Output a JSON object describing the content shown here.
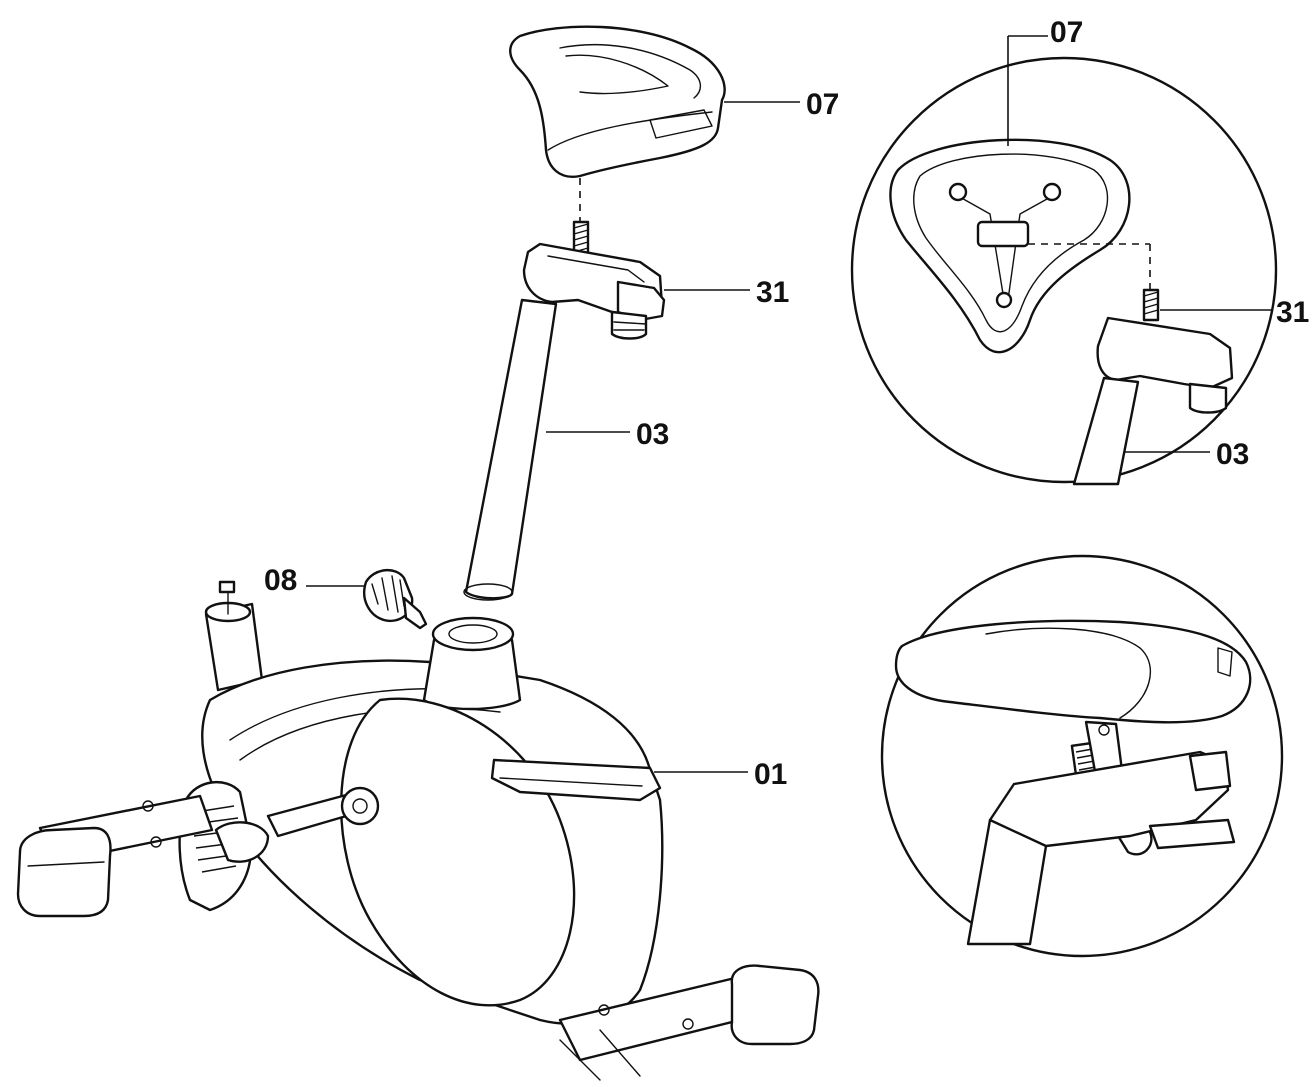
{
  "callouts": {
    "seat_main": "07",
    "seat_post_clamp_main": "31",
    "seat_post_main": "03",
    "knob": "08",
    "frame": "01",
    "detail_seat": "07",
    "detail_clamp": "31",
    "detail_post": "03"
  }
}
